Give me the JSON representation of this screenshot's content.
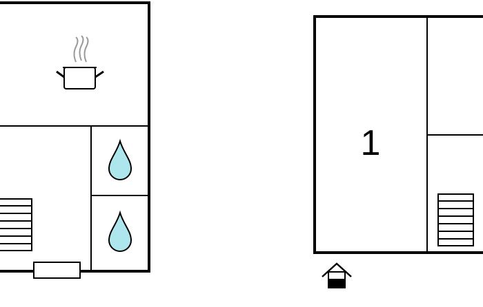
{
  "floorplan": {
    "colors": {
      "wall": "#000000",
      "background": "#ffffff",
      "water_fill": "#aee6ee",
      "steam": "#999999"
    },
    "rooms": [
      {
        "icon": "cooking-pot-icon",
        "meaning": "kitchen"
      },
      {
        "icon": "water-drop-icon",
        "meaning": "bathroom"
      },
      {
        "icon": "water-drop-icon",
        "meaning": "bathroom"
      },
      {
        "icon": "stairs-icon",
        "meaning": "staircase"
      },
      {
        "label": "1",
        "meaning": "bedroom"
      },
      {
        "icon": "stairs-icon",
        "meaning": "staircase"
      }
    ],
    "entrance_icon": "house-entrance-icon",
    "door_icon": "door-icon"
  }
}
